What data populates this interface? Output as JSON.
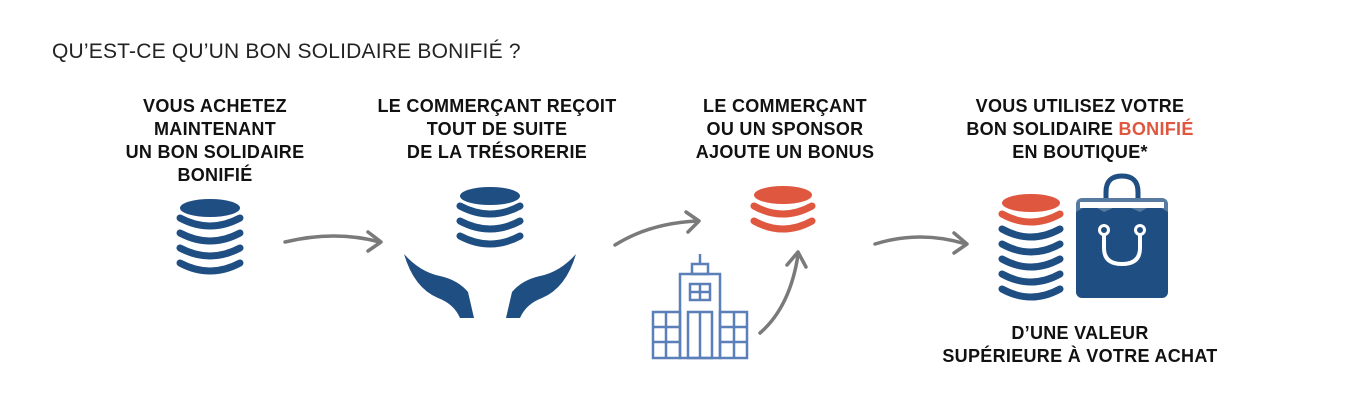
{
  "title": "QU’EST-CE QU’UN BON SOLIDAIRE BONIFIÉ ?",
  "colors": {
    "blue": "#1f4e82",
    "orange": "#e0573f",
    "arrow": "#7a7a7a",
    "building": "#5b7fb8"
  },
  "steps": [
    {
      "lines": [
        "VOUS ACHETEZ",
        "MAINTENANT",
        "UN BON SOLIDAIRE",
        "BONIFIÉ"
      ]
    },
    {
      "lines": [
        "LE COMMERÇANT REÇOIT",
        "TOUT DE SUITE",
        "DE LA TRÉSORERIE"
      ]
    },
    {
      "lines": [
        "LE COMMERÇANT",
        "OU UN SPONSOR",
        "AJOUTE UN BONUS"
      ]
    },
    {
      "line1": "VOUS UTILISEZ VOTRE",
      "line2_prefix": "BON SOLIDAIRE ",
      "line2_accent": "BONIFIÉ",
      "line3": "EN BOUTIQUE*"
    }
  ],
  "result": {
    "lines": [
      "D’UNE VALEUR",
      "SUPÉRIEURE À VOTRE ACHAT"
    ]
  }
}
